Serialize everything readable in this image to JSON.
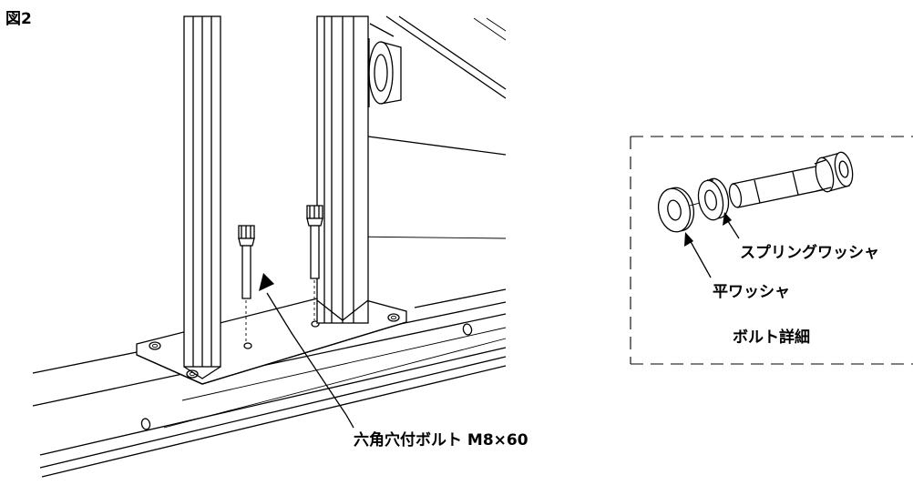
{
  "figure": {
    "label": "図2"
  },
  "callouts": {
    "bolt": "六角穴付ボルト M8×60",
    "spring_washer": "スプリングワッシャ",
    "flat_washer": "平ワッシャ"
  },
  "detail": {
    "title": "ボルト詳細"
  }
}
